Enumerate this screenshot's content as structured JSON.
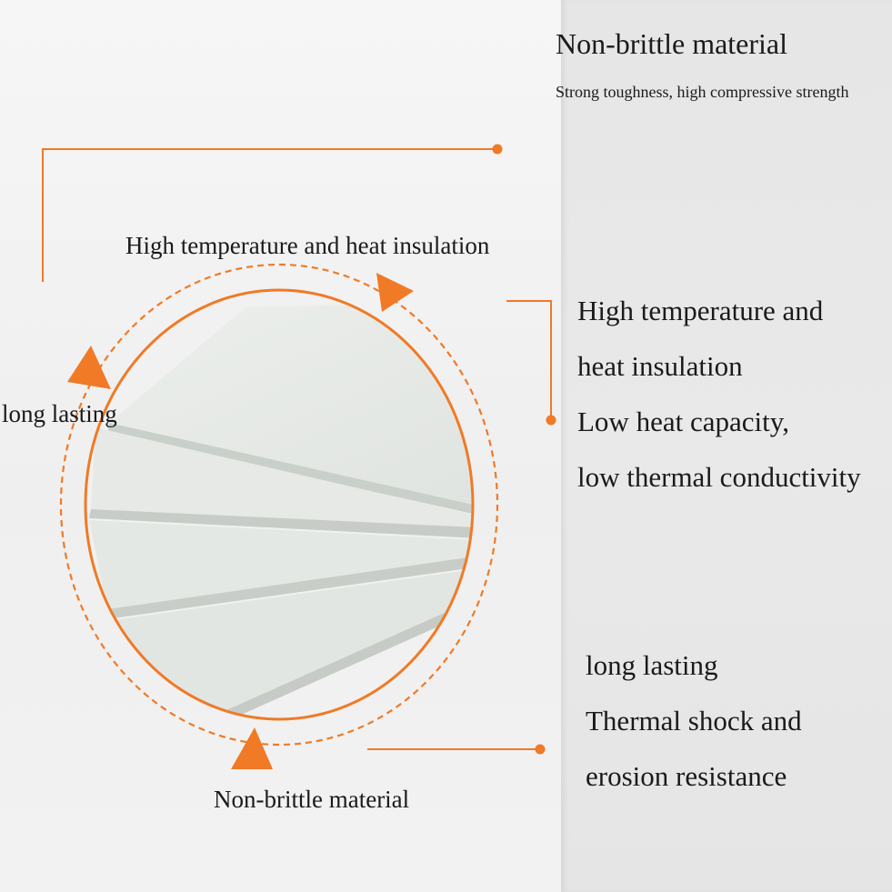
{
  "colors": {
    "accent": "#f07a26",
    "left_background": "#f3f3f3",
    "right_background": "#e7e7e7",
    "board": "#e3e7e3",
    "text": "#1a1a1a"
  },
  "header": {
    "title": "Non-brittle material",
    "subtitle": "Strong toughness, high compressive strength"
  },
  "ring_labels": {
    "top": "High temperature and heat insulation",
    "left": "long lasting",
    "bottom": "Non-brittle material"
  },
  "feature_1": {
    "lines": [
      "High temperature and",
      "heat insulation",
      "Low heat capacity,",
      "low thermal conductivity"
    ]
  },
  "feature_2": {
    "lines": [
      "long lasting",
      "Thermal shock and",
      "erosion resistance"
    ]
  },
  "icons": {
    "arrows": [
      "triangle-arrow-icon"
    ],
    "connectors": [
      "connector-dot-icon"
    ]
  }
}
